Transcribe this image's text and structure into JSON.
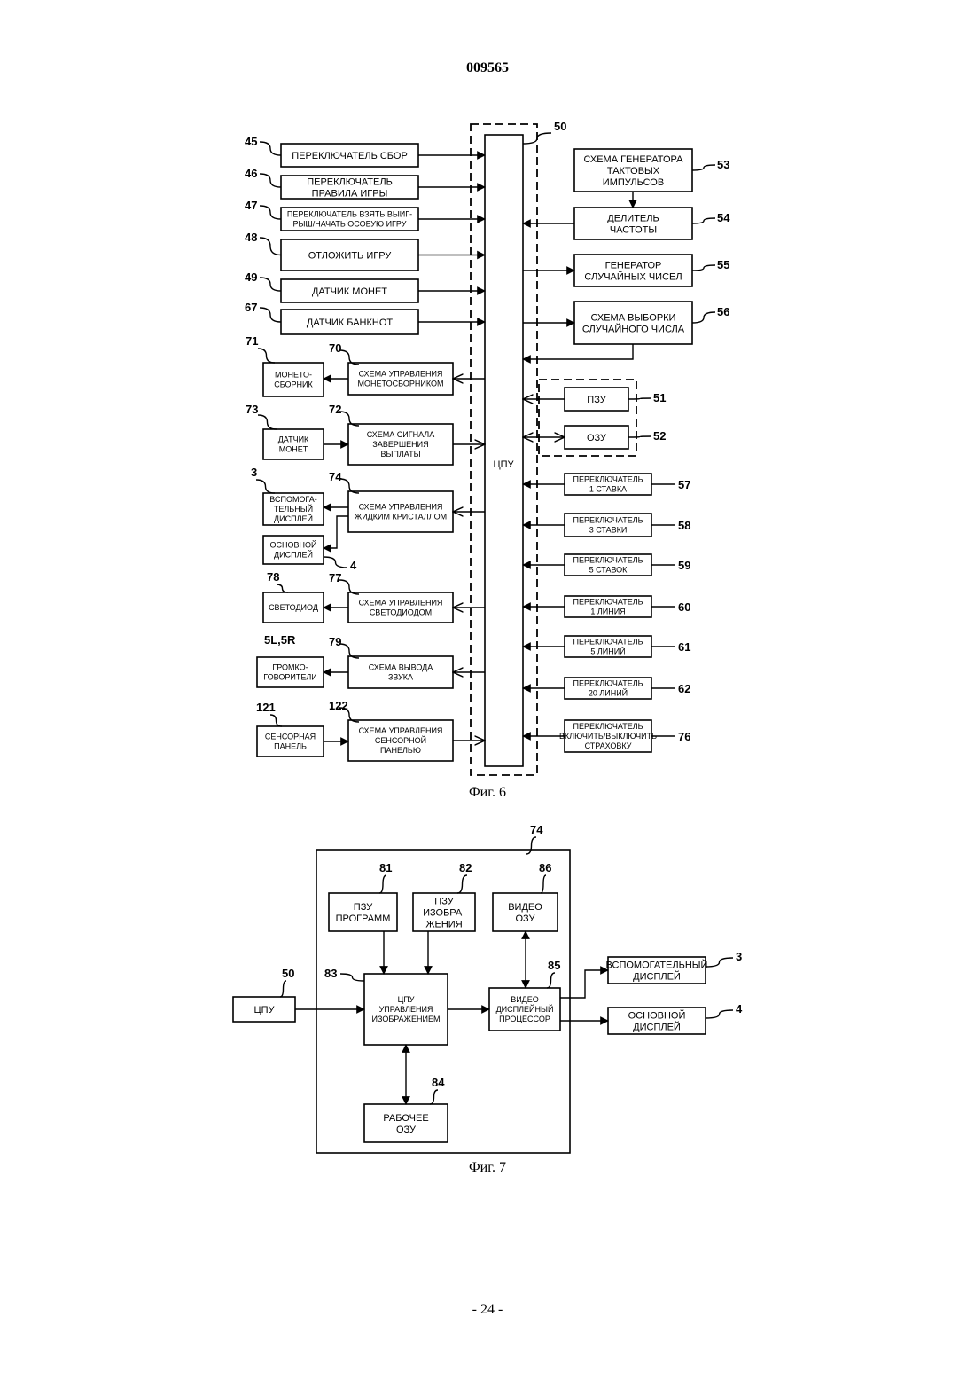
{
  "document": {
    "header": "009565",
    "page_number": "- 24 -",
    "fig6_caption": "Фиг. 6",
    "fig7_caption": "Фиг. 7"
  },
  "fig6": {
    "cpu": {
      "label": "ЦПУ",
      "ref": "50"
    },
    "left_inputs": [
      {
        "ref": "45",
        "lines": [
          "ПЕРЕКЛЮЧАТЕЛЬ СБОР"
        ]
      },
      {
        "ref": "46",
        "lines": [
          "ПЕРЕКЛЮЧАТЕЛЬ",
          "ПРАВИЛА ИГРЫ"
        ]
      },
      {
        "ref": "47",
        "lines": [
          "ПЕРЕКЛЮЧАТЕЛЬ ВЗЯТЬ ВЫИГ-",
          "РЫШ/НАЧАТЬ ОСОБУЮ ИГРУ"
        ]
      },
      {
        "ref": "48",
        "lines": [
          "ОТЛОЖИТЬ ИГРУ"
        ]
      },
      {
        "ref": "49",
        "lines": [
          "ДАТЧИК МОНЕТ"
        ]
      },
      {
        "ref": "67",
        "lines": [
          "ДАТЧИК БАНКНОТ"
        ]
      }
    ],
    "left_circuits": [
      {
        "ref": "70",
        "lines": [
          "СХЕМА УПРАВЛЕНИЯ",
          "МОНЕТОСБОРНИКОМ"
        ]
      },
      {
        "ref": "72",
        "lines": [
          "СХЕМА СИГНАЛА",
          "ЗАВЕРШЕНИЯ",
          "ВЫПЛАТЫ"
        ]
      },
      {
        "ref": "74",
        "lines": [
          "СХЕМА УПРАВЛЕНИЯ",
          "ЖИДКИМ КРИСТАЛЛОМ"
        ]
      },
      {
        "ref": "77",
        "lines": [
          "СХЕМА УПРАВЛЕНИЯ",
          "СВЕТОДИОДОМ"
        ]
      },
      {
        "ref": "79",
        "lines": [
          "СХЕМА ВЫВОДА",
          "ЗВУКА"
        ]
      },
      {
        "ref": "122",
        "lines": [
          "СХЕМА УПРАВЛЕНИЯ",
          "СЕНСОРНОЙ",
          "ПАНЕЛЬЮ"
        ]
      }
    ],
    "left_devices": [
      {
        "ref": "71",
        "lines": [
          "МОНЕТО-",
          "СБОРНИК"
        ]
      },
      {
        "ref": "73",
        "lines": [
          "ДАТЧИК",
          "МОНЕТ"
        ]
      },
      {
        "ref": "3",
        "lines": [
          "ВСПОМОГА-",
          "ТЕЛЬНЫЙ",
          "ДИСПЛЕЙ"
        ]
      },
      {
        "ref": "4",
        "lines": [
          "ОСНОВНОЙ",
          "ДИСПЛЕЙ"
        ]
      },
      {
        "ref": "78",
        "lines": [
          "СВЕТОДИОД"
        ]
      },
      {
        "ref": "5L,5R",
        "lines": [
          "ГРОМКО-",
          "ГОВОРИТЕЛИ"
        ]
      },
      {
        "ref": "121",
        "lines": [
          "СЕНСОРНАЯ",
          "ПАНЕЛЬ"
        ]
      }
    ],
    "right_blocks": [
      {
        "ref": "53",
        "lines": [
          "СХЕМА ГЕНЕРАТОРА",
          "ТАКТОВЫХ",
          "ИМПУЛЬСОВ"
        ]
      },
      {
        "ref": "54",
        "lines": [
          "ДЕЛИТЕЛЬ",
          "ЧАСТОТЫ"
        ]
      },
      {
        "ref": "55",
        "lines": [
          "ГЕНЕРАТОР",
          "СЛУЧАЙНЫХ ЧИСЕЛ"
        ]
      },
      {
        "ref": "56",
        "lines": [
          "СХЕМА ВЫБОРКИ",
          "СЛУЧАЙНОГО ЧИСЛА"
        ]
      },
      {
        "ref": "51",
        "lines": [
          "ПЗУ"
        ]
      },
      {
        "ref": "52",
        "lines": [
          "ОЗУ"
        ]
      }
    ],
    "right_switches": [
      {
        "ref": "57",
        "lines": [
          "ПЕРЕКЛЮЧАТЕЛЬ",
          "1 СТАВКА"
        ]
      },
      {
        "ref": "58",
        "lines": [
          "ПЕРЕКЛЮЧАТЕЛЬ",
          "3 СТАВКИ"
        ]
      },
      {
        "ref": "59",
        "lines": [
          "ПЕРЕКЛЮЧАТЕЛЬ",
          "5 СТАВОК"
        ]
      },
      {
        "ref": "60",
        "lines": [
          "ПЕРЕКЛЮЧАТЕЛЬ",
          "1 ЛИНИЯ"
        ]
      },
      {
        "ref": "61",
        "lines": [
          "ПЕРЕКЛЮЧАТЕЛЬ",
          "5 ЛИНИЙ"
        ]
      },
      {
        "ref": "62",
        "lines": [
          "ПЕРЕКЛЮЧАТЕЛЬ",
          "20 ЛИНИЙ"
        ]
      },
      {
        "ref": "76",
        "lines": [
          "ПЕРЕКЛЮЧАТЕЛЬ",
          "ВКЛЮЧИТЬ/ВЫКЛЮЧИТЬ",
          "СТРАХОВКУ"
        ]
      }
    ]
  },
  "fig7": {
    "container_ref": "74",
    "cpu": {
      "ref": "50",
      "lines": [
        "ЦПУ"
      ]
    },
    "program_rom": {
      "ref": "81",
      "lines": [
        "ПЗУ",
        "ПРОГРАММ"
      ]
    },
    "image_rom": {
      "ref": "82",
      "lines": [
        "ПЗУ",
        "ИЗОБРА-",
        "ЖЕНИЯ"
      ]
    },
    "video_ram": {
      "ref": "86",
      "lines": [
        "ВИДЕО",
        "ОЗУ"
      ]
    },
    "image_cpu": {
      "ref": "83",
      "lines": [
        "ЦПУ",
        "УПРАВЛЕНИЯ",
        "ИЗОБРАЖЕНИЕМ"
      ]
    },
    "vdp": {
      "ref": "85",
      "lines": [
        "ВИДЕО",
        "ДИСПЛЕЙНЫЙ",
        "ПРОЦЕССОР"
      ]
    },
    "work_ram": {
      "ref": "84",
      "lines": [
        "РАБОЧЕЕ",
        "ОЗУ"
      ]
    },
    "sub_display": {
      "ref": "3",
      "lines": [
        "ВСПОМОГАТЕЛЬНЫЙ",
        "ДИСПЛЕЙ"
      ]
    },
    "main_display": {
      "ref": "4",
      "lines": [
        "ОСНОВНОЙ",
        "ДИСПЛЕЙ"
      ]
    }
  }
}
